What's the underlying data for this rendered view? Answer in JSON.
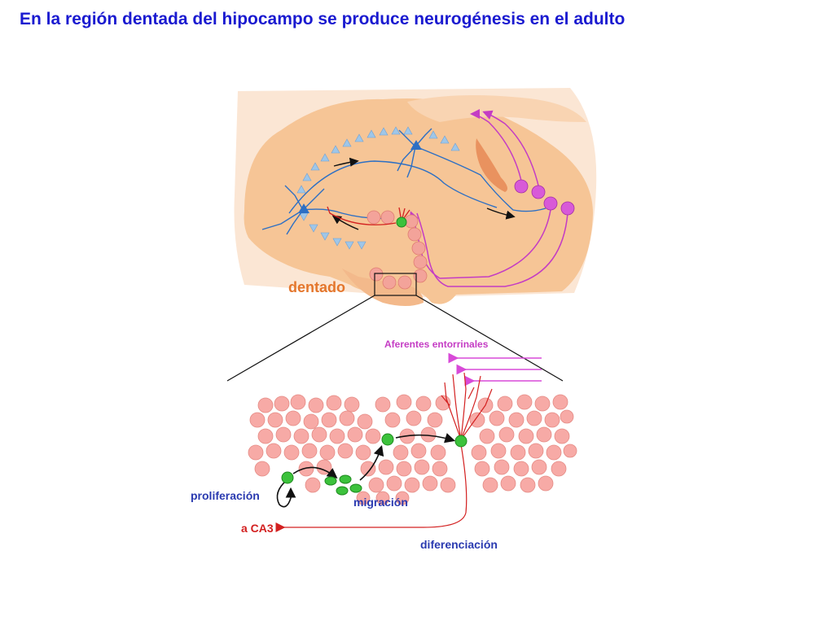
{
  "title": "En la región dentada del hipocampo se produce neurogénesis en el adulto",
  "labels": {
    "dentado": "dentado",
    "aferentes": "Aferentes entorrinales",
    "proliferacion": "proliferación",
    "migracion": "migración",
    "a_ca3": "a CA3",
    "diferenciacion": "diferenciación"
  },
  "colors": {
    "title": "#1a1ad0",
    "tissue": "#f6c596",
    "granule_cell": "#f3a39a",
    "new_neuron": "#3cc23c",
    "entorhinal_neuron": "#d85ad8",
    "pyramidal_neuron": "#2c6fc4",
    "axon_to_ca3": "#d32020"
  }
}
